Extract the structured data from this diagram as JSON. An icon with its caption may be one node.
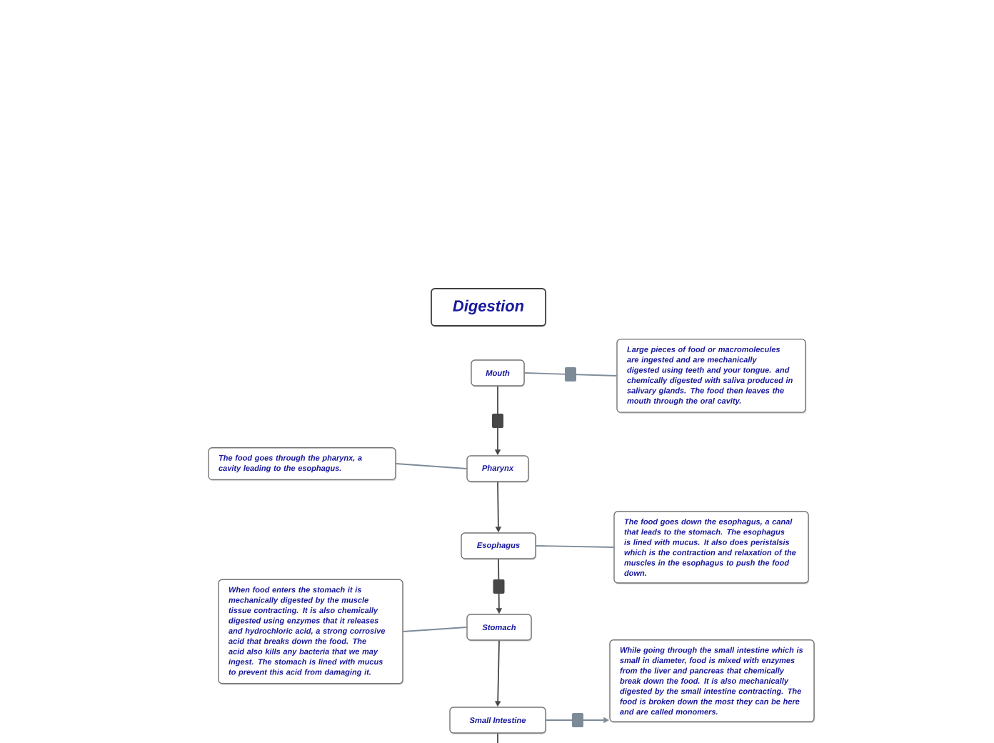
{
  "diagram": {
    "nodes": [
      {
        "text": [
          "Digestion"
        ]
      },
      {
        "text": [
          "Mouth"
        ]
      },
      {
        "text": [
          "Large pieces of food or macromolecules are ingested and are mechanically digested using teeth and your tongue. and chemically digested with saliva produced in salivary glands. The food then leaves the mouth through the oral cavity."
        ]
      },
      {
        "text": [
          "Pharynx"
        ]
      },
      {
        "text": [
          "The food goes through the pharynx, a cavity leading to the esophagus."
        ]
      },
      {
        "text": [
          "Esophagus"
        ]
      },
      {
        "text": [
          "The food goes down the esophagus, a canal that leads to the stomach. The esophagus is lined with mucus. It also does peristalsis which is the contraction and relaxation of the muscles in the esophagus to push the food down."
        ]
      },
      {
        "text": [
          "Stomach"
        ]
      },
      {
        "text": [
          "When food enters the stomach it is mechanically digested by the muscle tissue contracting. It is also chemically digested using enzymes that it releases and hydrochloric acid, a strong corrosive acid that breaks down the food. The acid also kills any bacteria that we may ingest. The stomach is lined with mucus to prevent this acid from damaging it."
        ]
      },
      {
        "text": [
          "Small Intestine"
        ]
      },
      {
        "text": [
          "While going through the small intestine which is small in diameter, food is mixed with enzymes from the liver and pancreas that chemically break down the food. It is also mechanically digested by the small intestine contracting. The food is broken down the most they can be here and are called monomers."
        ]
      }
    ],
    "edges": [
      {
        "from": 1,
        "to": 3,
        "arrow": "to"
      },
      {
        "from": 1,
        "to": 2,
        "arrow": "none",
        "color": "#7d8b99"
      },
      {
        "from": 4,
        "to": 3,
        "arrow": "none",
        "color": "#7d8b99"
      },
      {
        "from": 3,
        "to": 5,
        "arrow": "to"
      },
      {
        "from": 6,
        "to": 5,
        "arrow": "none",
        "color": "#7d8b99"
      },
      {
        "from": 5,
        "to": 7,
        "arrow": "to"
      },
      {
        "from": 8,
        "to": 7,
        "arrow": "none",
        "color": "#7d8b99"
      },
      {
        "from": 7,
        "to": 9,
        "arrow": "to"
      },
      {
        "from": 9,
        "to": 10,
        "arrow": "to",
        "color": "#7d8b99"
      },
      {
        "from": 9,
        "to": null,
        "arrow": "none"
      }
    ]
  }
}
